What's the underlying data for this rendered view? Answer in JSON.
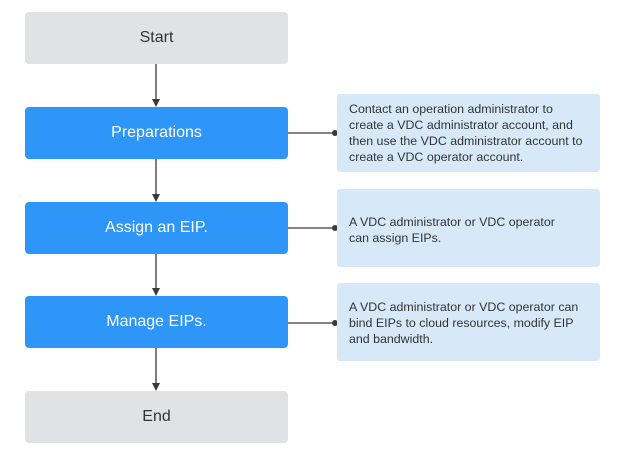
{
  "flow": {
    "start": "Start",
    "steps": [
      {
        "label": "Preparations",
        "note": "Contact an operation administrator to create a VDC administrator account, and then use the VDC administrator account to create a VDC operator account."
      },
      {
        "label": "Assign an EIP.",
        "note": "A VDC administrator or VDC operator can assign EIPs."
      },
      {
        "label": "Manage EIPs.",
        "note": "A VDC administrator or VDC operator can bind EIPs to cloud resources, modify EIP and bandwidth."
      }
    ],
    "end": "End"
  },
  "colors": {
    "terminal": "#e0e2e5",
    "process": "#2e96f8",
    "note": "#d7e9f8",
    "connector": "#3a3a3a"
  }
}
